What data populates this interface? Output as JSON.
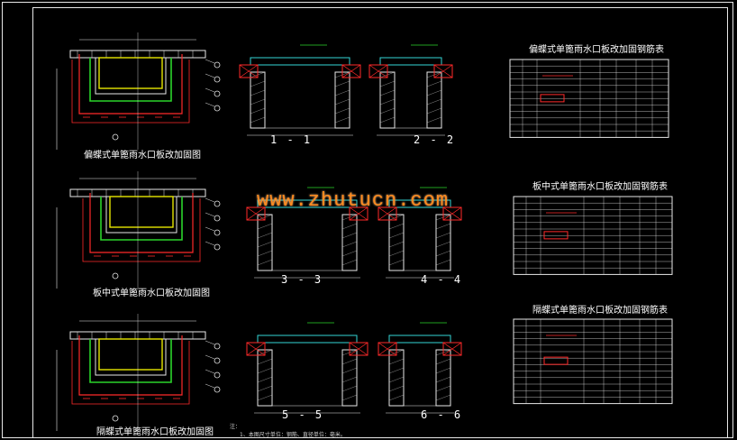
{
  "drawing": {
    "colors": {
      "bg": "#000000",
      "line": "#e8e8e8",
      "rebar_red": "#ff2a2a",
      "rebar_green": "#2bd42b",
      "yellow": "#e6e600",
      "cyan": "#33d6d6",
      "watermark": "#ff8a1e"
    },
    "plans": [
      {
        "title": "偏蝶式单篦雨水口板改加固图"
      },
      {
        "title": "板中式单篦雨水口板改加固图"
      },
      {
        "title": "隔蝶式单篦雨水口板改加固图"
      }
    ],
    "sections": [
      "1 - 1",
      "2 - 2",
      "3 - 3",
      "4 - 4",
      "5 - 5",
      "6 - 6"
    ],
    "tables": [
      {
        "title": "偏蝶式单篦雨水口板改加固钢筋表"
      },
      {
        "title": "板中式单篦雨水口板改加固钢筋表"
      },
      {
        "title": "隔蝶式单篦雨水口板改加固钢筋表"
      }
    ],
    "watermark": "www.zhutucn.com",
    "notes": {
      "heading": "注：",
      "line1": "1、本图尺寸单位：钢筋、直径单位：毫米。"
    }
  }
}
